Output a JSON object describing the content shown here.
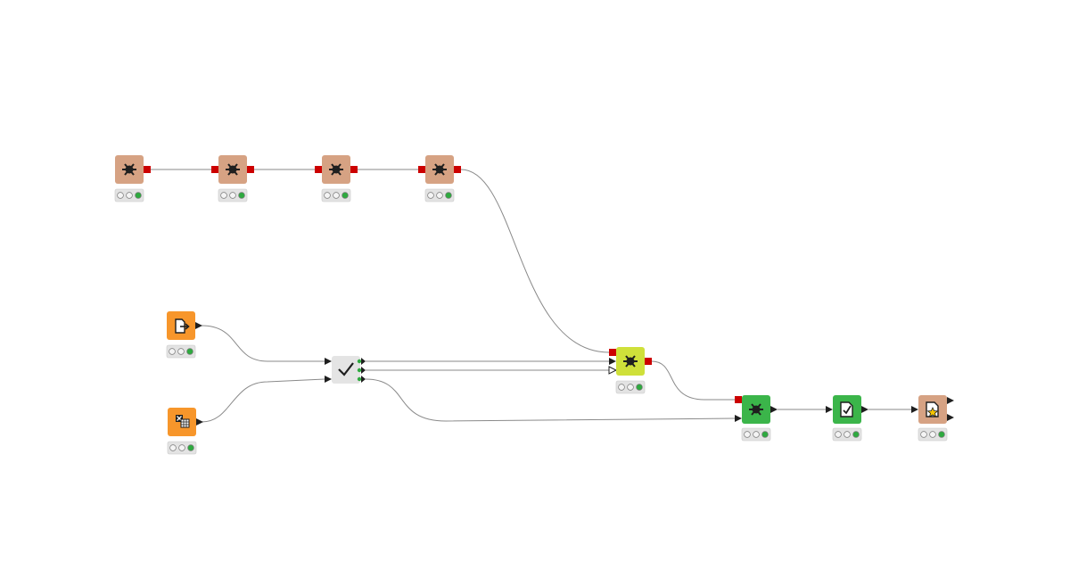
{
  "colors": {
    "background": "#ffffff",
    "edge": "#8a8a8a",
    "port_model": "#cc0000",
    "port_data": "#1f1f1f",
    "light_on": "#2eaa3f",
    "light_off": "#f4f4f4"
  },
  "workflow": {
    "nodes": [
      {
        "id": "n1",
        "category": "learner-tan",
        "color": "#d6a283",
        "icon": "gear-network-icon",
        "ports_in": [],
        "ports_out": [
          "model"
        ],
        "status": "executed"
      },
      {
        "id": "n2",
        "category": "learner-tan",
        "color": "#d6a283",
        "icon": "gear-network-icon",
        "ports_in": [
          "model"
        ],
        "ports_out": [
          "model"
        ],
        "status": "executed"
      },
      {
        "id": "n3",
        "category": "learner-tan",
        "color": "#d6a283",
        "icon": "gear-network-icon",
        "ports_in": [
          "model"
        ],
        "ports_out": [
          "model"
        ],
        "status": "executed"
      },
      {
        "id": "n4",
        "category": "learner-tan",
        "color": "#d6a283",
        "icon": "gear-network-icon",
        "ports_in": [
          "model"
        ],
        "ports_out": [
          "model"
        ],
        "status": "executed"
      },
      {
        "id": "n5",
        "category": "source-orange",
        "color": "#f7962b",
        "icon": "file-reader-icon",
        "ports_in": [],
        "ports_out": [
          "data"
        ],
        "status": "executed"
      },
      {
        "id": "n6",
        "category": "source-orange",
        "color": "#f7962b",
        "icon": "table-creator-icon",
        "ports_in": [],
        "ports_out": [
          "data"
        ],
        "status": "executed"
      },
      {
        "id": "n7",
        "category": "metanode",
        "color": "#e4e4e4",
        "icon": "checkmark-icon",
        "ports_in": [
          "data",
          "data"
        ],
        "ports_out": [
          "data",
          "data",
          "data"
        ],
        "status": "executed"
      },
      {
        "id": "n8",
        "category": "learner-lime",
        "color": "#cfe03a",
        "icon": "gear-network-icon",
        "ports_in": [
          "model",
          "data",
          "data-empty"
        ],
        "ports_out": [
          "model"
        ],
        "status": "executed"
      },
      {
        "id": "n9",
        "category": "predictor-green",
        "color": "#3bb54a",
        "icon": "gear-network-icon",
        "ports_in": [
          "model",
          "data"
        ],
        "ports_out": [
          "data"
        ],
        "status": "executed"
      },
      {
        "id": "n10",
        "category": "predictor-green",
        "color": "#3bb54a",
        "icon": "scorer-doc-icon",
        "ports_in": [
          "data"
        ],
        "ports_out": [
          "data"
        ],
        "status": "executed"
      },
      {
        "id": "n11",
        "category": "view-tan",
        "color": "#d6a283",
        "icon": "report-star-icon",
        "ports_in": [
          "data"
        ],
        "ports_out": [
          "data",
          "data"
        ],
        "status": "executed"
      }
    ],
    "edges": [
      {
        "from": "n1",
        "to": "n2"
      },
      {
        "from": "n2",
        "to": "n3"
      },
      {
        "from": "n3",
        "to": "n4"
      },
      {
        "from": "n4",
        "to": "n8"
      },
      {
        "from": "n5",
        "to": "n7"
      },
      {
        "from": "n6",
        "to": "n7"
      },
      {
        "from": "n7",
        "to": "n8"
      },
      {
        "from": "n7",
        "to": "n8"
      },
      {
        "from": "n7",
        "to": "n9"
      },
      {
        "from": "n8",
        "to": "n9"
      },
      {
        "from": "n9",
        "to": "n10"
      },
      {
        "from": "n10",
        "to": "n11"
      }
    ]
  }
}
